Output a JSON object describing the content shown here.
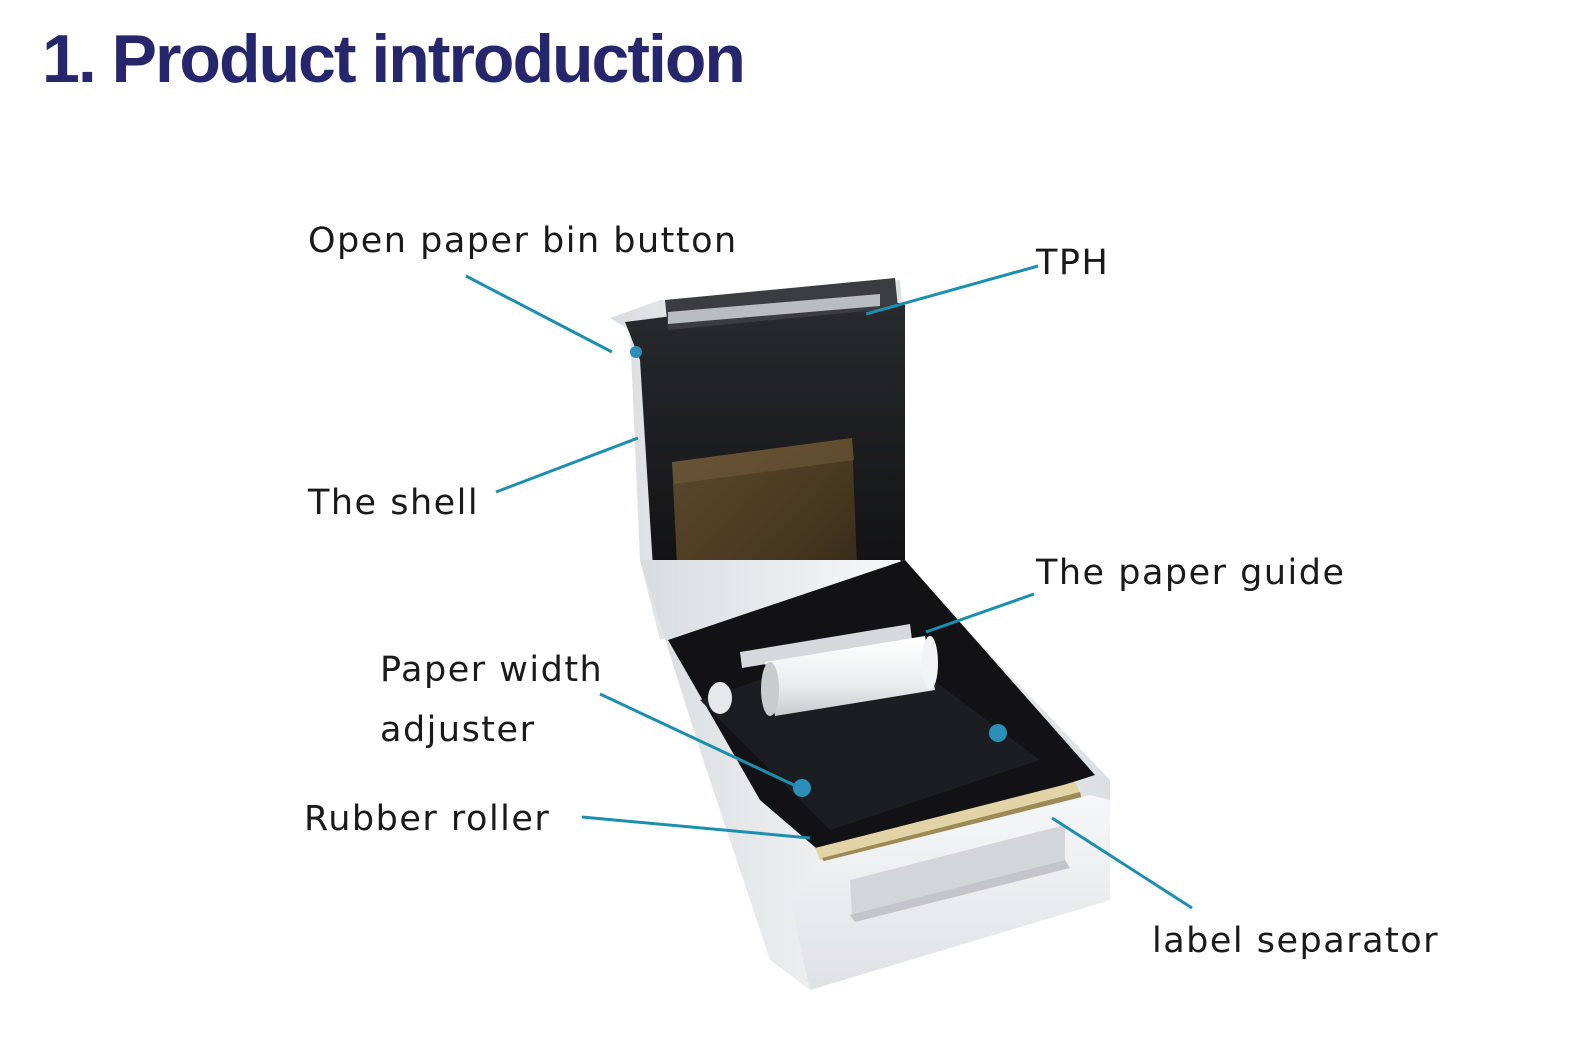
{
  "title": "1. Product introduction",
  "colors": {
    "title": "#26266e",
    "leader_line": "#1b8fb0",
    "printer_shell": "#eef0f2",
    "printer_interior": "#141416"
  },
  "image": {
    "subject": "open thermal label printer"
  },
  "callouts": [
    {
      "key": "open-paper-bin-button",
      "text": "Open paper bin button"
    },
    {
      "key": "tph",
      "text": "TPH"
    },
    {
      "key": "the-shell",
      "text": "The shell"
    },
    {
      "key": "the-paper-guide",
      "text": "The paper guide"
    },
    {
      "key": "paper-width-adjuster",
      "text": "Paper width\nadjuster"
    },
    {
      "key": "rubber-roller",
      "text": "Rubber roller"
    },
    {
      "key": "label-separator",
      "text": "label separator"
    }
  ]
}
